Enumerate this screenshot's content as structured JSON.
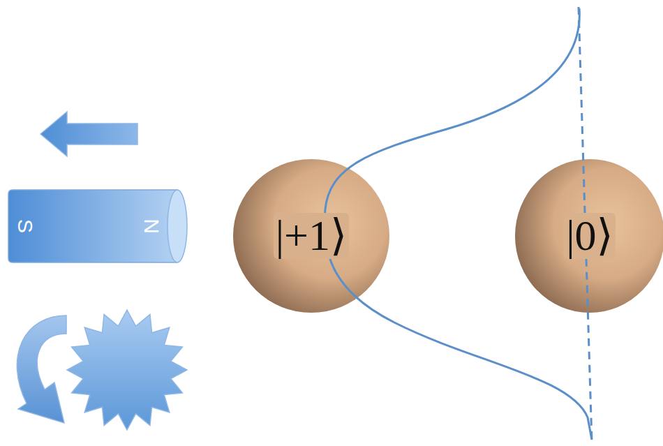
{
  "diagram": {
    "nodes": [
      {
        "text": [
          "S",
          "N"
        ]
      },
      {
        "text": [
          "|+1⟩"
        ]
      },
      {
        "text": [
          "|0⟩"
        ]
      }
    ]
  }
}
